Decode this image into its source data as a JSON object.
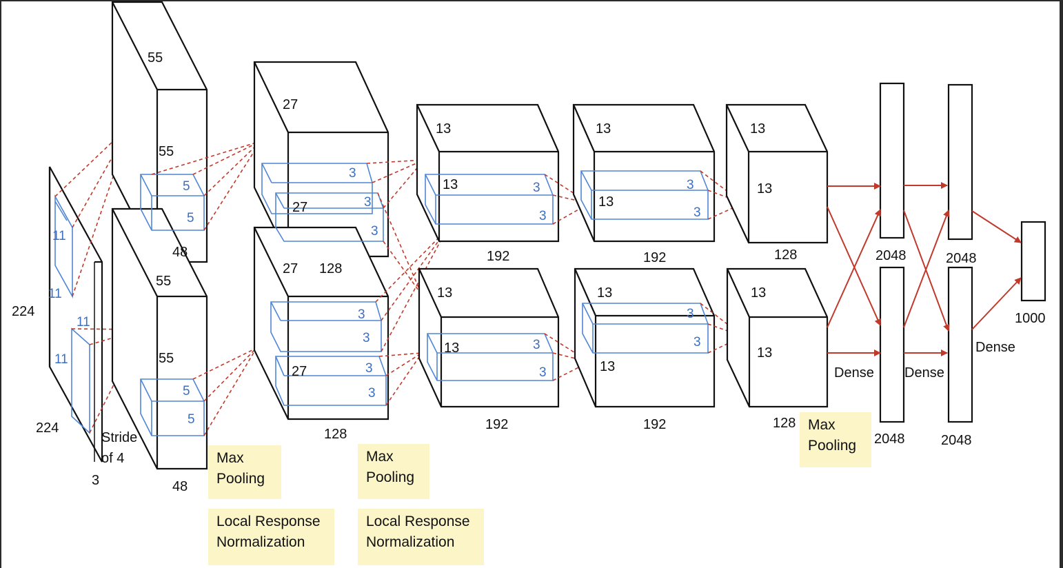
{
  "colors": {
    "background": "#ffffff",
    "frame": "#2b2b2b",
    "box_stroke": "#111111",
    "filter": "#4f86d6",
    "connection": "#c0392b",
    "dense_arrow": "#c0392b",
    "note_fill": "#fbf5c8"
  },
  "input": {
    "height": "224",
    "width": "224",
    "depth": "3",
    "kernel_top_a": "11",
    "kernel_top_b": "11",
    "kernel_bottom_a": "11",
    "kernel_bottom_b": "11",
    "stride_line1": "Stride",
    "stride_line2": "of 4"
  },
  "conv1": {
    "top": {
      "h": "55",
      "w": "55",
      "d": "48",
      "k1": "5",
      "k2": "5"
    },
    "bottom": {
      "h": "55",
      "w": "55",
      "d": "48",
      "k1": "5",
      "k2": "5"
    }
  },
  "conv2": {
    "top": {
      "h": "27",
      "w": "27",
      "inner": "27",
      "d": "128",
      "k1": "3",
      "k2": "3",
      "k3": "3"
    },
    "bottom": {
      "inner": "27",
      "d": "128",
      "k1": "3",
      "k2": "3",
      "k3": "3",
      "k4": "3"
    }
  },
  "conv3": {
    "top": {
      "h": "13",
      "inner": "13",
      "d": "192",
      "k1": "3",
      "k2": "3"
    },
    "bottom": {
      "h": "13",
      "inner": "13",
      "d": "192",
      "k1": "3",
      "k2": "3"
    }
  },
  "conv4": {
    "top": {
      "h": "13",
      "inner": "13",
      "d": "192",
      "k1": "3",
      "k2": "3"
    },
    "bottom": {
      "h": "13",
      "inner": "13",
      "d": "192",
      "k1": "3",
      "k2": "3"
    }
  },
  "conv5": {
    "top": {
      "h": "13",
      "inner": "13",
      "d": "128"
    },
    "bottom": {
      "h": "13",
      "inner": "13",
      "d": "128"
    }
  },
  "dense": {
    "fc1_top": "2048",
    "fc1_bottom": "2048",
    "fc2_top": "2048",
    "fc2_bottom": "2048",
    "output": "1000",
    "label_1": "Dense",
    "label_2": "Dense",
    "label_3": "Dense"
  },
  "notes": {
    "maxpool_1": [
      "Max",
      "Pooling"
    ],
    "lrn_1": [
      "Local Response",
      "Normalization"
    ],
    "maxpool_2": [
      "Max",
      "Pooling"
    ],
    "lrn_2": [
      "Local Response",
      "Normalization"
    ],
    "maxpool_3": [
      "Max",
      "Pooling"
    ]
  }
}
